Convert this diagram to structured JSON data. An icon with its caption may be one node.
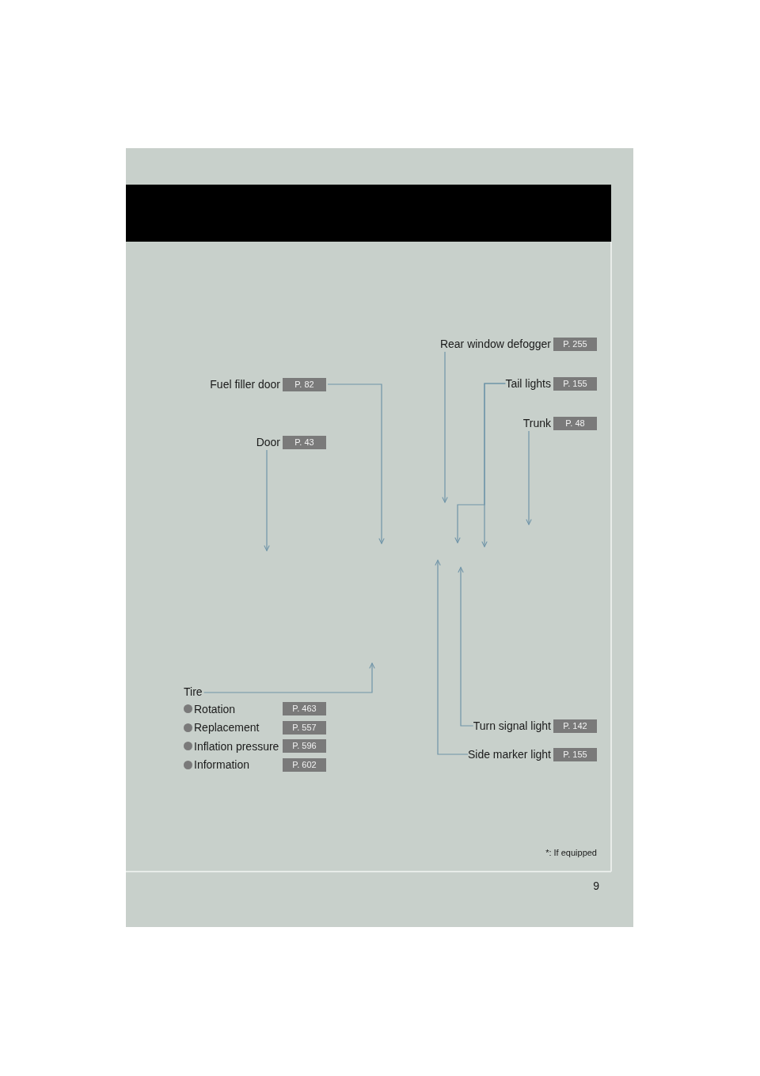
{
  "diagram": {
    "nodes": [
      {
        "text": [
          "Rear window defogger",
          "P. 255"
        ]
      },
      {
        "text": [
          "Fuel filler door",
          "P. 82"
        ]
      },
      {
        "text": [
          "Tail lights",
          "P. 155"
        ]
      },
      {
        "text": [
          "Trunk",
          "P. 48"
        ]
      },
      {
        "text": [
          "Door",
          "P. 43"
        ]
      },
      {
        "text": [
          "Tire",
          "Rotation",
          "P. 463",
          "Replacement",
          "P. 557",
          "Inflation pressure",
          "P. 596",
          "Information",
          "P. 602"
        ]
      },
      {
        "text": [
          "Turn signal light",
          "P. 142"
        ]
      },
      {
        "text": [
          "Side marker light",
          "P. 155"
        ]
      }
    ],
    "edges": [
      {
        "from": 0,
        "to": null,
        "arrow": "to"
      },
      {
        "from": 1,
        "to": null,
        "arrow": "to"
      },
      {
        "from": 2,
        "to": null,
        "arrow": "to"
      },
      {
        "from": 2,
        "to": null,
        "arrow": "to"
      },
      {
        "from": 3,
        "to": null,
        "arrow": "to"
      },
      {
        "from": 4,
        "to": null,
        "arrow": "to"
      },
      {
        "from": 5,
        "to": null,
        "arrow": "to"
      },
      {
        "from": 6,
        "to": null,
        "arrow": "to"
      },
      {
        "from": 7,
        "to": null,
        "arrow": "to"
      }
    ],
    "labels": [
      "*: If equipped",
      "9"
    ]
  }
}
